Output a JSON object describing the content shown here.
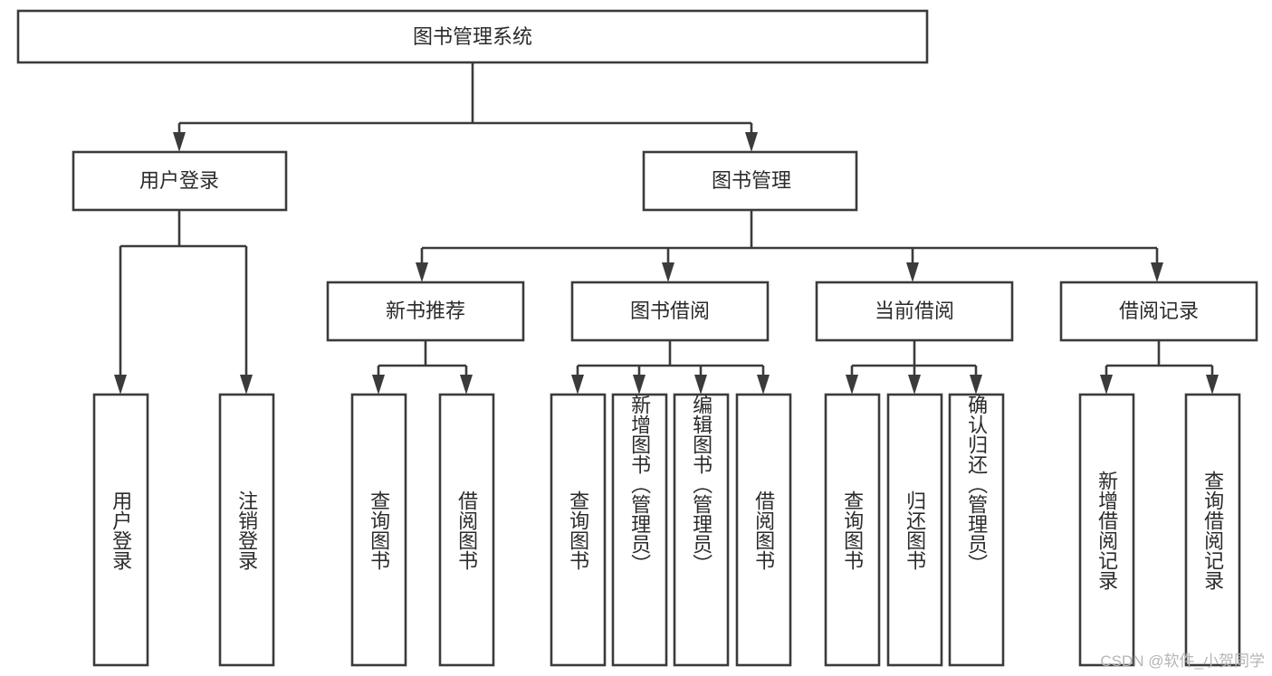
{
  "diagram": {
    "title": "图书管理系统",
    "type": "tree-hierarchy",
    "orientation": "top-down",
    "root": {
      "label": "图书管理系统"
    },
    "level2": [
      {
        "label": "用户登录"
      },
      {
        "label": "图书管理"
      }
    ],
    "level3": [
      {
        "label": "新书推荐"
      },
      {
        "label": "图书借阅"
      },
      {
        "label": "当前借阅"
      },
      {
        "label": "借阅记录"
      }
    ],
    "leaves": {
      "user_login": [
        {
          "label": "用户登录"
        },
        {
          "label": "注销登录"
        }
      ],
      "new_book_recommend": [
        {
          "label": "查询图书"
        },
        {
          "label": "借阅图书"
        }
      ],
      "book_borrow": [
        {
          "label": "查询图书"
        },
        {
          "label": "新增图书（管理员）"
        },
        {
          "label": "编辑图书（管理员）"
        },
        {
          "label": "借阅图书"
        }
      ],
      "current_borrow": [
        {
          "label": "查询图书"
        },
        {
          "label": "归还图书"
        },
        {
          "label": "确认归还（管理员）"
        }
      ],
      "borrow_record": [
        {
          "label": "新增借阅记录"
        },
        {
          "label": "查询借阅记录"
        }
      ]
    },
    "watermark": "CSDN @软件_小贺同学",
    "colors": {
      "stroke": "#3b3b3b",
      "box_fill": "#ffffff",
      "text": "#2b2b2b",
      "watermark": "#b5b5b5",
      "background": "#ffffff"
    }
  }
}
